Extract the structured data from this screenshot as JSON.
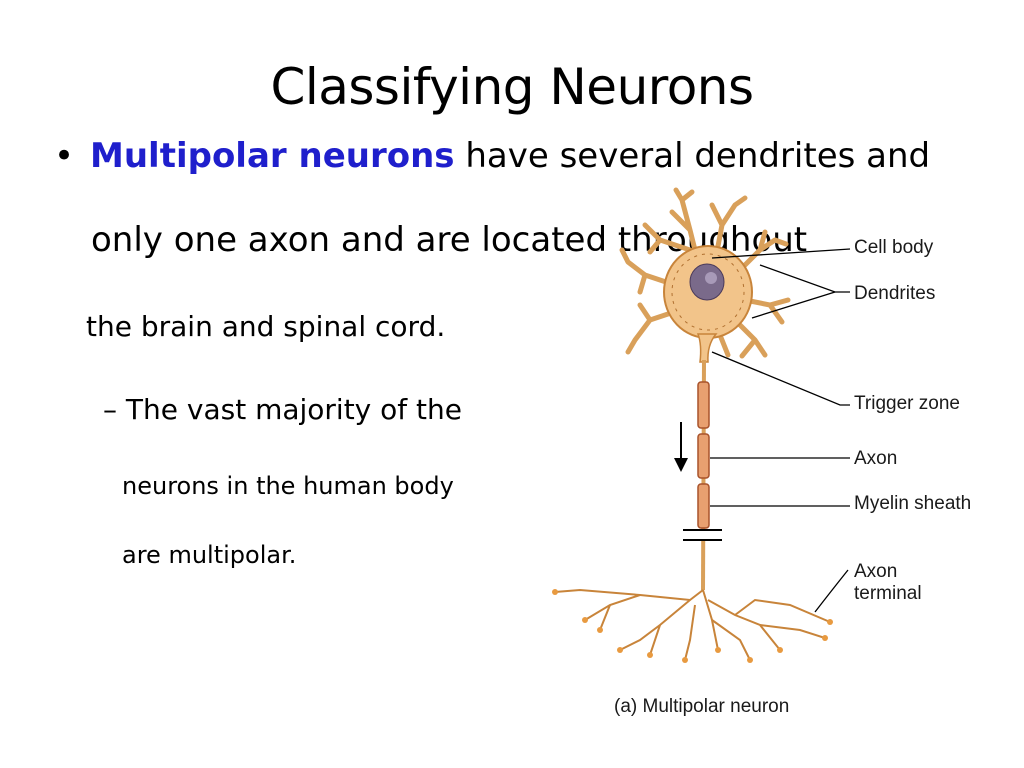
{
  "slide": {
    "title": "Classifying Neurons",
    "bullet_symbol": "•",
    "bullet_highlight": "Multipolar neurons",
    "bullet_line1_rest": " have several dendrites and",
    "bullet_line2": "only one axon and are located throughout",
    "bullet_line3": "the brain and spinal cord.",
    "sub_bullet_line1": "– The vast majority of the",
    "sub_bullet_line2": "neurons in the human body",
    "sub_bullet_line3": "are multipolar."
  },
  "diagram": {
    "labels": {
      "cell_body": "Cell body",
      "dendrites": "Dendrites",
      "trigger_zone": "Trigger zone",
      "axon": "Axon",
      "myelin_sheath": "Myelin sheath",
      "axon_terminal": "Axon terminal"
    },
    "caption": "(a) Multipolar neuron",
    "colors": {
      "cell_fill": "#f2c48a",
      "cell_stroke": "#c8843a",
      "nucleus": "#7a6a8a",
      "myelin": "#e8a070",
      "myelin_stroke": "#a8522a",
      "leader": "#000000"
    }
  }
}
